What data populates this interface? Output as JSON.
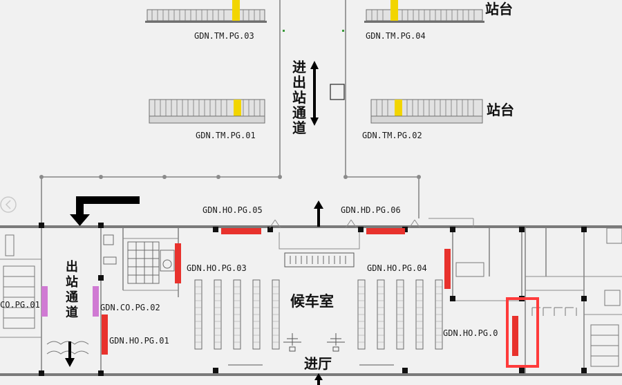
{
  "labels": {
    "tm_pg_03": "GDN.TM.PG.03",
    "tm_pg_04": "GDN.TM.PG.04",
    "tm_pg_01": "GDN.TM.PG.01",
    "tm_pg_02": "GDN.TM.PG.02",
    "ho_pg_05": "GDN.HO.PG.05",
    "ho_pg_06": "GDN.HD.PG.06",
    "ho_pg_03": "GDN.HO.PG.03",
    "ho_pg_04": "GDN.HO.PG.04",
    "ho_pg_01": "GDN.HO.PG.01",
    "ho_pg_0x": "GDN.HO.PG.0",
    "co_pg_02": "GDN.CO.PG.02",
    "co_pg_01": "CO.PG.01"
  },
  "text": {
    "platform_top": "站台",
    "platform_mid": "站台",
    "entry_exit_passage": [
      "进",
      "出",
      "站",
      "通",
      "道"
    ],
    "exit_passage": [
      "出",
      "站",
      "通",
      "道"
    ],
    "waiting_room": "候车室",
    "entrance_hall": "进厅"
  },
  "colors": {
    "gate_red": "#e8322d",
    "gate_magenta": "#d07ad3",
    "stair_yellow": "#f2d500",
    "highlight_box": "#ff3b3b",
    "background": "#f1f1f1"
  }
}
